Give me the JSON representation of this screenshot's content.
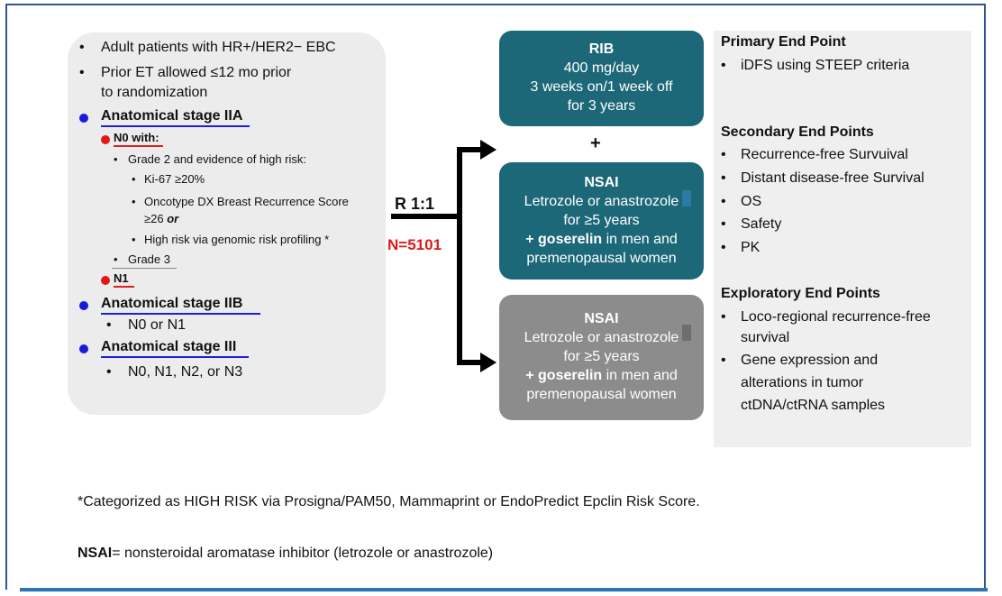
{
  "eligibility": {
    "items": [
      "Adult patients with HR+/HER2− EBC",
      "Prior ET allowed ≤12 mo prior",
      "to randomization"
    ],
    "stage_IIA": "Anatomical stage IIA",
    "n0_with": "N0 with:",
    "grade2": "Grade 2 and evidence of high risk:",
    "ki67": "Ki-67 ≥20%",
    "oncotype_1": "Oncotype DX Breast Recurrence Score",
    "oncotype_2": "≥26",
    "oncotype_or": "or",
    "genomic": "High risk via genomic risk profiling  *",
    "grade3": "Grade 3",
    "n1": "N1",
    "stage_IIB": "Anatomical stage IIB",
    "stage_IIB_item": "N0 or N1",
    "stage_III": "Anatomical stage III",
    "stage_III_item": "N0, N1, N2, or N3"
  },
  "randomization": {
    "ratio": "R 1:1",
    "n": "N=5101"
  },
  "arms": {
    "rib": {
      "title": "RIB",
      "line1": "400 mg/day",
      "line2": "3 weeks on/1 week off",
      "line3": "for 3 years"
    },
    "plus": "+",
    "nsai_combo": {
      "title": "NSAI",
      "line1": "Letrozole or anastrozole",
      "line2": "for ≥5 years",
      "line3_bold": "+ goserelin",
      "line3_rest": " in men and",
      "line4": "premenopausal women"
    },
    "nsai_alone": {
      "title": "NSAI",
      "line1": "Letrozole or anastrozole",
      "line2": "for ≥5 years",
      "line3_bold": "+ goserelin",
      "line3_rest": " in men and",
      "line4": "premenopausal women"
    }
  },
  "endpoints": {
    "primary_heading": "Primary End Point",
    "primary": [
      "iDFS using STEEP criteria"
    ],
    "secondary_heading": "Secondary End Points",
    "secondary": [
      "Recurrence-free Survuival",
      "Distant disease-free Survival",
      "OS",
      "Safety",
      "PK"
    ],
    "exploratory_heading": "Exploratory End Points",
    "exploratory_1a": "Loco-regional recurrence-free",
    "exploratory_1b": "survival",
    "exploratory_2a": "Gene expression and",
    "exploratory_2b": "alterations in tumor",
    "exploratory_2c": "ctDNA/ctRNA samples"
  },
  "footnotes": {
    "note": "*Categorized as HIGH RISK via Prosigna/PAM50, Mammaprint or EndoPredict Epclin Risk Score.",
    "abbr_bold": "NSAI",
    "abbr_rest": "= nonsteroidal aromatase inhibitor (letrozole or anastrozole)"
  },
  "colors": {
    "teal": "#1c6878",
    "grey": "#8c8c8c",
    "blue": "#1a1adb",
    "red": "#e01818",
    "frame": "#2f5597"
  }
}
